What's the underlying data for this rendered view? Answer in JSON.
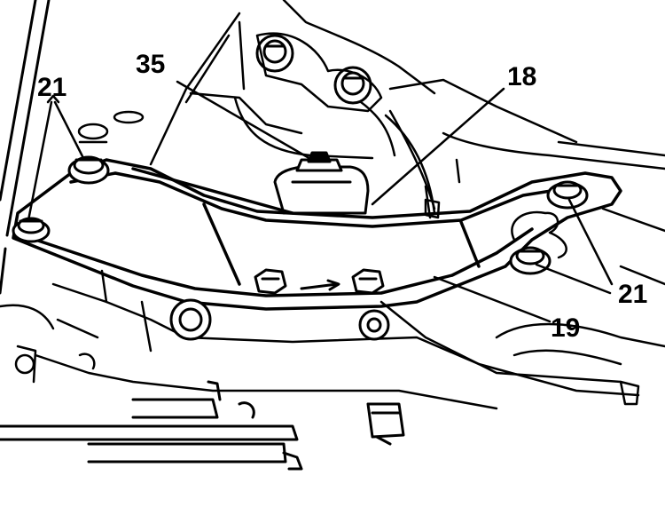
{
  "callouts": {
    "left_21": "21",
    "top_35": "35",
    "top_18": "18",
    "right_21": "21",
    "right_19": "19"
  },
  "colors": {
    "ink": "#000000",
    "paper": "#ffffff",
    "shade": "#d8d8d8"
  }
}
